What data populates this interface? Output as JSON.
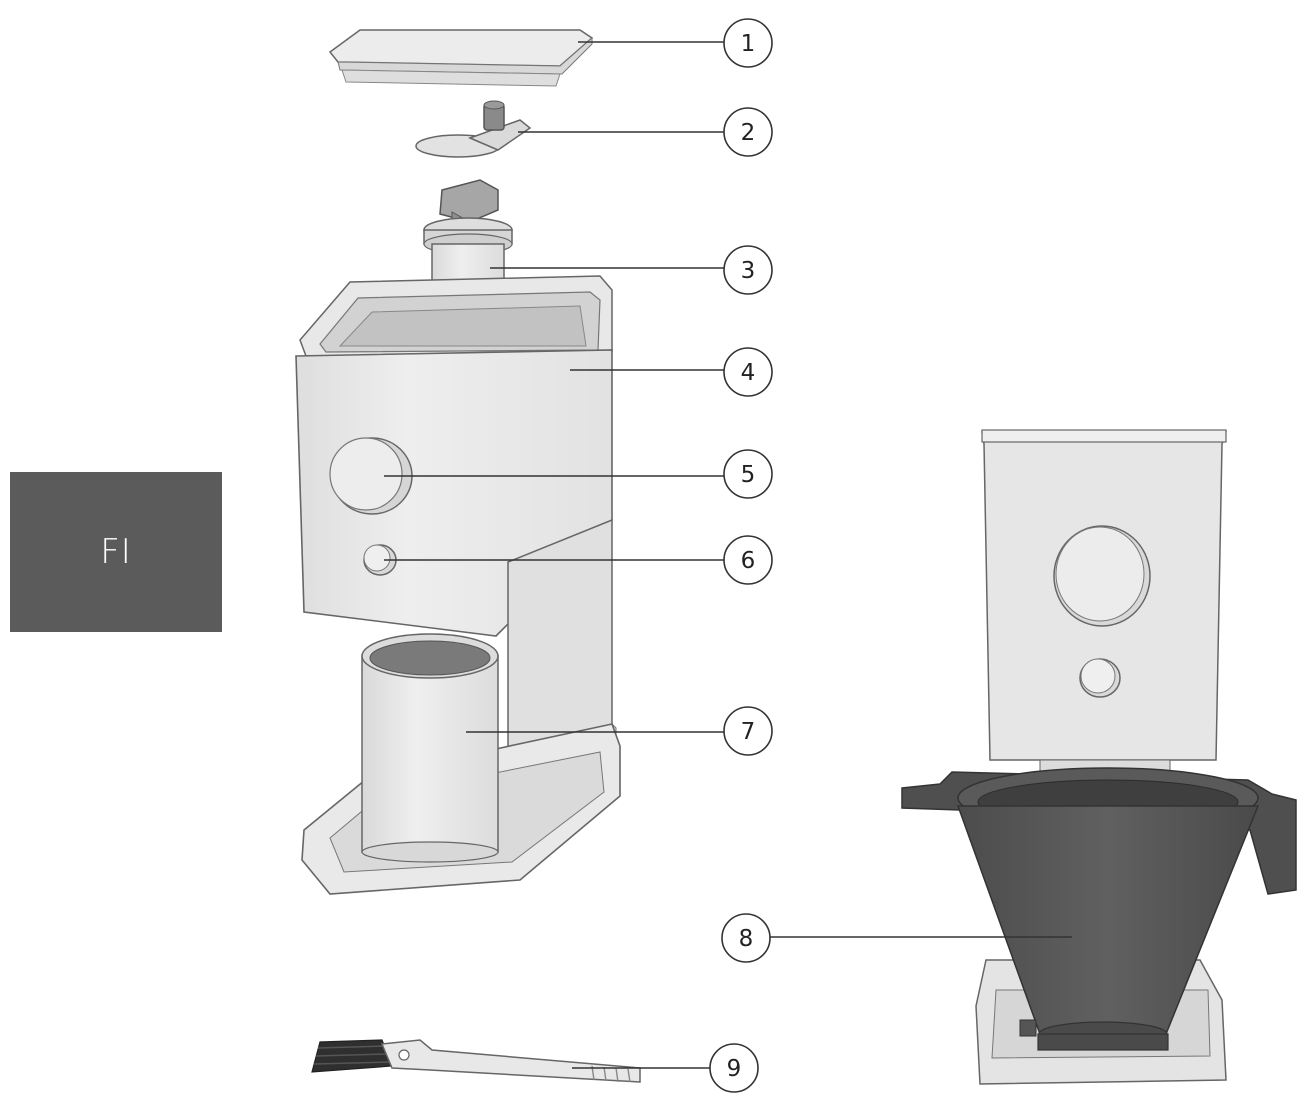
{
  "language_tab": {
    "label": "FI",
    "color": "#5b5b5b"
  },
  "colors": {
    "outline": "#555555",
    "part_fill": "#e6e6e6",
    "part_fill_light": "#efefef",
    "part_shadow": "#cfcfcf",
    "funnel": "#5a5a5a",
    "funnel_dark": "#454545",
    "bristles": "#333333"
  },
  "callouts": [
    {
      "number": "1",
      "part": "lid"
    },
    {
      "number": "2",
      "part": "upper-burr-adjuster"
    },
    {
      "number": "3",
      "part": "burr-assembly"
    },
    {
      "number": "4",
      "part": "bean-hopper-body"
    },
    {
      "number": "5",
      "part": "grind-dial"
    },
    {
      "number": "6",
      "part": "start-button"
    },
    {
      "number": "7",
      "part": "grounds-catcher"
    },
    {
      "number": "8",
      "part": "brew-funnel-adapter"
    },
    {
      "number": "9",
      "part": "cleaning-brush"
    }
  ]
}
